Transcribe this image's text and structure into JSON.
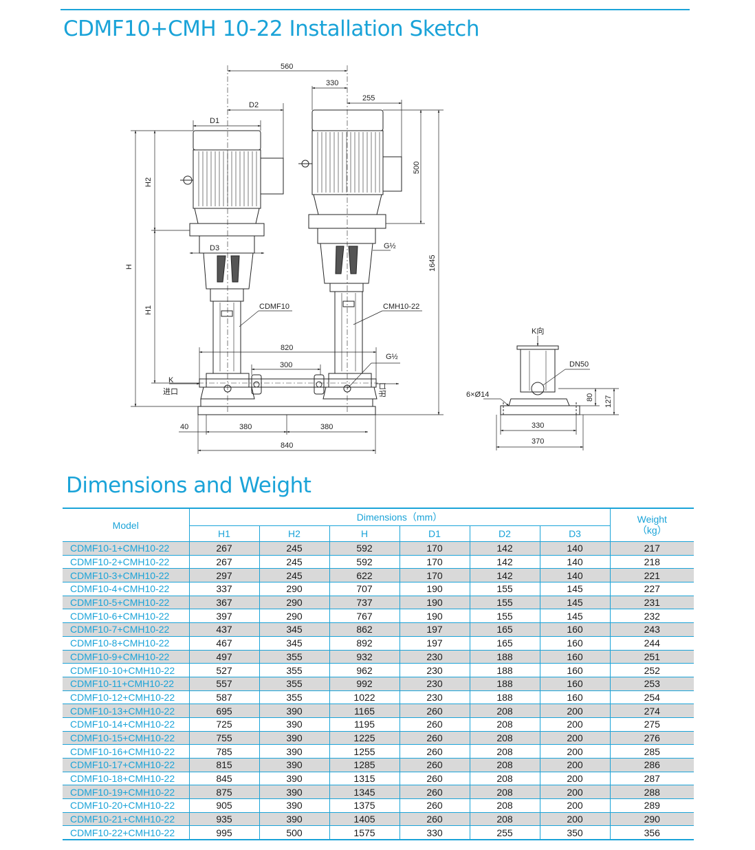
{
  "header": {
    "title": "CDMF10+CMH 10-22 Installation Sketch"
  },
  "sketch": {
    "labels": {
      "d560": "560",
      "d330_top": "330",
      "d255": "255",
      "d2": "D2",
      "d1": "D1",
      "h2": "H2",
      "h": "H",
      "h1": "H1",
      "d500": "500",
      "d1645": "1645",
      "d3": "D3",
      "g_half_top": "G½",
      "cdmf10": "CDMF10",
      "cmh10_22": "CMH10-22",
      "d820": "820",
      "d300": "300",
      "g_half_bottom": "G½",
      "k": "K",
      "inlet": "进口",
      "outlet": "出口",
      "d40": "40",
      "d380_left": "380",
      "d380_right": "380",
      "d840": "840",
      "k_view": "K向",
      "dn50": "DN50",
      "holes": "6×Ø14",
      "d80": "80",
      "d127": "127",
      "d330_side": "330",
      "d370": "370"
    }
  },
  "table": {
    "section_title": "Dimensions and Weight",
    "model_header": "Model",
    "dimensions_header": "Dimensions（mm）",
    "weight_header": "Weight",
    "weight_unit": "（kg）",
    "columns": [
      "H1",
      "H2",
      "H",
      "D1",
      "D2",
      "D3"
    ],
    "rows": [
      {
        "model": "CDMF10-1+CMH10-22",
        "h1": "267",
        "h2": "245",
        "h": "592",
        "d1": "170",
        "d2": "142",
        "d3": "140",
        "weight": "217"
      },
      {
        "model": "CDMF10-2+CMH10-22",
        "h1": "267",
        "h2": "245",
        "h": "592",
        "d1": "170",
        "d2": "142",
        "d3": "140",
        "weight": "218"
      },
      {
        "model": "CDMF10-3+CMH10-22",
        "h1": "297",
        "h2": "245",
        "h": "622",
        "d1": "170",
        "d2": "142",
        "d3": "140",
        "weight": "221"
      },
      {
        "model": "CDMF10-4+CMH10-22",
        "h1": "337",
        "h2": "290",
        "h": "707",
        "d1": "190",
        "d2": "155",
        "d3": "145",
        "weight": "227"
      },
      {
        "model": "CDMF10-5+CMH10-22",
        "h1": "367",
        "h2": "290",
        "h": "737",
        "d1": "190",
        "d2": "155",
        "d3": "145",
        "weight": "231"
      },
      {
        "model": "CDMF10-6+CMH10-22",
        "h1": "397",
        "h2": "290",
        "h": "767",
        "d1": "190",
        "d2": "155",
        "d3": "145",
        "weight": "232"
      },
      {
        "model": "CDMF10-7+CMH10-22",
        "h1": "437",
        "h2": "345",
        "h": "862",
        "d1": "197",
        "d2": "165",
        "d3": "160",
        "weight": "243"
      },
      {
        "model": "CDMF10-8+CMH10-22",
        "h1": "467",
        "h2": "345",
        "h": "892",
        "d1": "197",
        "d2": "165",
        "d3": "160",
        "weight": "244"
      },
      {
        "model": "CDMF10-9+CMH10-22",
        "h1": "497",
        "h2": "355",
        "h": "932",
        "d1": "230",
        "d2": "188",
        "d3": "160",
        "weight": "251"
      },
      {
        "model": "CDMF10-10+CMH10-22",
        "h1": "527",
        "h2": "355",
        "h": "962",
        "d1": "230",
        "d2": "188",
        "d3": "160",
        "weight": "252"
      },
      {
        "model": "CDMF10-11+CMH10-22",
        "h1": "557",
        "h2": "355",
        "h": "992",
        "d1": "230",
        "d2": "188",
        "d3": "160",
        "weight": "253"
      },
      {
        "model": "CDMF10-12+CMH10-22",
        "h1": "587",
        "h2": "355",
        "h": "1022",
        "d1": "230",
        "d2": "188",
        "d3": "160",
        "weight": "254"
      },
      {
        "model": "CDMF10-13+CMH10-22",
        "h1": "695",
        "h2": "390",
        "h": "1165",
        "d1": "260",
        "d2": "208",
        "d3": "200",
        "weight": "274"
      },
      {
        "model": "CDMF10-14+CMH10-22",
        "h1": "725",
        "h2": "390",
        "h": "1195",
        "d1": "260",
        "d2": "208",
        "d3": "200",
        "weight": "275"
      },
      {
        "model": "CDMF10-15+CMH10-22",
        "h1": "755",
        "h2": "390",
        "h": "1225",
        "d1": "260",
        "d2": "208",
        "d3": "200",
        "weight": "276"
      },
      {
        "model": "CDMF10-16+CMH10-22",
        "h1": "785",
        "h2": "390",
        "h": "1255",
        "d1": "260",
        "d2": "208",
        "d3": "200",
        "weight": "285"
      },
      {
        "model": "CDMF10-17+CMH10-22",
        "h1": "815",
        "h2": "390",
        "h": "1285",
        "d1": "260",
        "d2": "208",
        "d3": "200",
        "weight": "286"
      },
      {
        "model": "CDMF10-18+CMH10-22",
        "h1": "845",
        "h2": "390",
        "h": "1315",
        "d1": "260",
        "d2": "208",
        "d3": "200",
        "weight": "287"
      },
      {
        "model": "CDMF10-19+CMH10-22",
        "h1": "875",
        "h2": "390",
        "h": "1345",
        "d1": "260",
        "d2": "208",
        "d3": "200",
        "weight": "288"
      },
      {
        "model": "CDMF10-20+CMH10-22",
        "h1": "905",
        "h2": "390",
        "h": "1375",
        "d1": "260",
        "d2": "208",
        "d3": "200",
        "weight": "289"
      },
      {
        "model": "CDMF10-21+CMH10-22",
        "h1": "935",
        "h2": "390",
        "h": "1405",
        "d1": "260",
        "d2": "208",
        "d3": "200",
        "weight": "290"
      },
      {
        "model": "CDMF10-22+CMH10-22",
        "h1": "995",
        "h2": "500",
        "h": "1575",
        "d1": "330",
        "d2": "255",
        "d3": "350",
        "weight": "356"
      }
    ]
  },
  "colors": {
    "accent": "#1aa3d8",
    "row_shade": "#d9d9d9",
    "line": "#222222"
  }
}
